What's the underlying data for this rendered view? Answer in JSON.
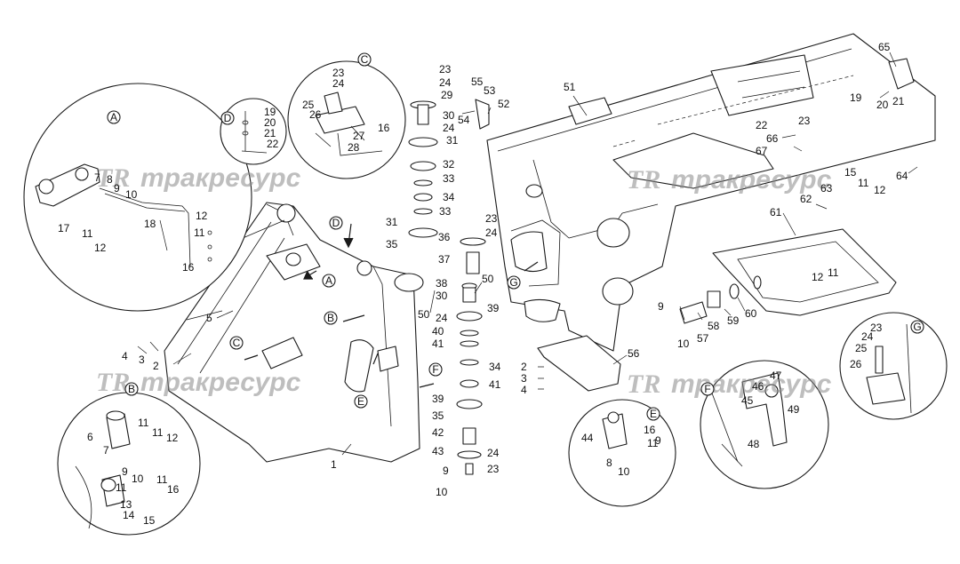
{
  "watermark": {
    "logo": "TR",
    "text": "тракресурс"
  },
  "detail_letters": [
    "A",
    "B",
    "C",
    "D",
    "E",
    "F",
    "G"
  ],
  "callouts": [
    {
      "id": "c1",
      "t": "1"
    },
    {
      "id": "c2a",
      "t": "2"
    },
    {
      "id": "c3a",
      "t": "3"
    },
    {
      "id": "c4a",
      "t": "4"
    },
    {
      "id": "c5",
      "t": "5"
    },
    {
      "id": "a7",
      "t": "7"
    },
    {
      "id": "a8",
      "t": "8"
    },
    {
      "id": "a9",
      "t": "9"
    },
    {
      "id": "a10",
      "t": "10"
    },
    {
      "id": "a11",
      "t": "11"
    },
    {
      "id": "a12",
      "t": "12"
    },
    {
      "id": "a11b",
      "t": "11"
    },
    {
      "id": "a12b",
      "t": "12"
    },
    {
      "id": "a16",
      "t": "16"
    },
    {
      "id": "a17",
      "t": "17"
    },
    {
      "id": "a18",
      "t": "18"
    },
    {
      "id": "b6",
      "t": "6"
    },
    {
      "id": "b7",
      "t": "7"
    },
    {
      "id": "b9",
      "t": "9"
    },
    {
      "id": "b10",
      "t": "10"
    },
    {
      "id": "b11a",
      "t": "11"
    },
    {
      "id": "b11b",
      "t": "11"
    },
    {
      "id": "b12",
      "t": "12"
    },
    {
      "id": "b11c",
      "t": "11"
    },
    {
      "id": "b11d",
      "t": "11"
    },
    {
      "id": "b13",
      "t": "13"
    },
    {
      "id": "b14",
      "t": "14"
    },
    {
      "id": "b15",
      "t": "15"
    },
    {
      "id": "b16",
      "t": "16"
    },
    {
      "id": "d19",
      "t": "19"
    },
    {
      "id": "d20",
      "t": "20"
    },
    {
      "id": "d21",
      "t": "21"
    },
    {
      "id": "d22",
      "t": "22"
    },
    {
      "id": "cc23",
      "t": "23"
    },
    {
      "id": "cc24",
      "t": "24"
    },
    {
      "id": "cc25",
      "t": "25"
    },
    {
      "id": "cc26",
      "t": "26"
    },
    {
      "id": "cc27",
      "t": "27"
    },
    {
      "id": "cc28",
      "t": "28"
    },
    {
      "id": "cc16",
      "t": "16"
    },
    {
      "id": "m23",
      "t": "23"
    },
    {
      "id": "m24",
      "t": "24"
    },
    {
      "id": "m29",
      "t": "29"
    },
    {
      "id": "m30",
      "t": "30"
    },
    {
      "id": "m24b",
      "t": "24"
    },
    {
      "id": "m31",
      "t": "31"
    },
    {
      "id": "m32",
      "t": "32"
    },
    {
      "id": "m33",
      "t": "33"
    },
    {
      "id": "m34",
      "t": "34"
    },
    {
      "id": "m33b",
      "t": "33"
    },
    {
      "id": "m31b",
      "t": "31"
    },
    {
      "id": "m35",
      "t": "35"
    },
    {
      "id": "m36",
      "t": "36"
    },
    {
      "id": "m23b",
      "t": "23"
    },
    {
      "id": "m24c",
      "t": "24"
    },
    {
      "id": "m37",
      "t": "37"
    },
    {
      "id": "m50",
      "t": "50"
    },
    {
      "id": "m50b",
      "t": "50"
    },
    {
      "id": "m38",
      "t": "38"
    },
    {
      "id": "m30b",
      "t": "30"
    },
    {
      "id": "m24d",
      "t": "24"
    },
    {
      "id": "m39",
      "t": "39"
    },
    {
      "id": "m40",
      "t": "40"
    },
    {
      "id": "m41",
      "t": "41"
    },
    {
      "id": "m34b",
      "t": "34"
    },
    {
      "id": "m41b",
      "t": "41"
    },
    {
      "id": "m39b",
      "t": "39"
    },
    {
      "id": "m35b",
      "t": "35"
    },
    {
      "id": "m42",
      "t": "42"
    },
    {
      "id": "m43",
      "t": "43"
    },
    {
      "id": "m24e",
      "t": "24"
    },
    {
      "id": "m23c",
      "t": "23"
    },
    {
      "id": "m9",
      "t": "9"
    },
    {
      "id": "m10",
      "t": "10"
    },
    {
      "id": "p55",
      "t": "55"
    },
    {
      "id": "p53",
      "t": "53"
    },
    {
      "id": "p54",
      "t": "54"
    },
    {
      "id": "p52",
      "t": "52"
    },
    {
      "id": "p51",
      "t": "51"
    },
    {
      "id": "r65",
      "t": "65"
    },
    {
      "id": "r19",
      "t": "19"
    },
    {
      "id": "r20",
      "t": "20"
    },
    {
      "id": "r21",
      "t": "21"
    },
    {
      "id": "r22",
      "t": "22"
    },
    {
      "id": "r23",
      "t": "23"
    },
    {
      "id": "r66",
      "t": "66"
    },
    {
      "id": "r67",
      "t": "67"
    },
    {
      "id": "r64",
      "t": "64"
    },
    {
      "id": "r15",
      "t": "15"
    },
    {
      "id": "r63",
      "t": "63"
    },
    {
      "id": "r11",
      "t": "11"
    },
    {
      "id": "r12",
      "t": "12"
    },
    {
      "id": "r62",
      "t": "62"
    },
    {
      "id": "r61",
      "t": "61"
    },
    {
      "id": "r12b",
      "t": "12"
    },
    {
      "id": "r11b",
      "t": "11"
    },
    {
      "id": "s9",
      "t": "9"
    },
    {
      "id": "s58",
      "t": "58"
    },
    {
      "id": "s59",
      "t": "59"
    },
    {
      "id": "s60",
      "t": "60"
    },
    {
      "id": "s10",
      "t": "10"
    },
    {
      "id": "s57",
      "t": "57"
    },
    {
      "id": "s56",
      "t": "56"
    },
    {
      "id": "s2",
      "t": "2"
    },
    {
      "id": "s3",
      "t": "3"
    },
    {
      "id": "s4",
      "t": "4"
    },
    {
      "id": "e44",
      "t": "44"
    },
    {
      "id": "e16",
      "t": "16"
    },
    {
      "id": "e11",
      "t": "11"
    },
    {
      "id": "e9",
      "t": "9"
    },
    {
      "id": "e8",
      "t": "8"
    },
    {
      "id": "e10",
      "t": "10"
    },
    {
      "id": "f47",
      "t": "47"
    },
    {
      "id": "f46",
      "t": "46"
    },
    {
      "id": "f45",
      "t": "45"
    },
    {
      "id": "f49",
      "t": "49"
    },
    {
      "id": "f48",
      "t": "48"
    },
    {
      "id": "g23",
      "t": "23"
    },
    {
      "id": "g24",
      "t": "24"
    },
    {
      "id": "g25",
      "t": "25"
    },
    {
      "id": "g26",
      "t": "26"
    }
  ]
}
